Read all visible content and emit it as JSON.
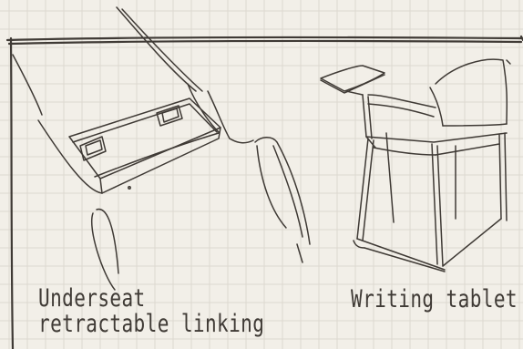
{
  "captions": {
    "left_line1": "Underseat",
    "left_line2": "retractable linking",
    "right": "Writing tablet"
  },
  "colors": {
    "paper": "#f2efe8",
    "grid": "#dcd8d0",
    "ink": "#3f3a35"
  }
}
